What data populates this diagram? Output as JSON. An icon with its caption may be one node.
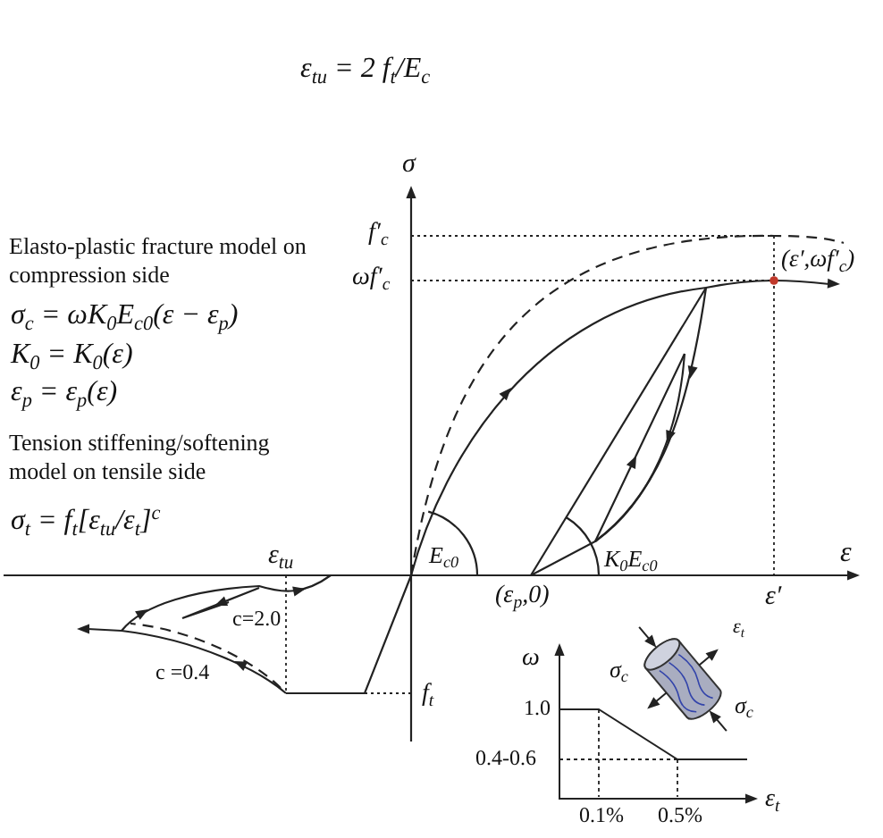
{
  "diagram": {
    "labels": [
      "ε$_{tu}$ = 2 f$_{t}$/E$_{c}$",
      "σ",
      "f′$_{c}$",
      "Elasto-plastic fracture model on compression side",
      "ωf′$_{c}$",
      "(ε′,ωf′$_{c}$)",
      "σ$_{c}$ = ωK$_{0}$E$_{c0}$(ε − ε$_{p}$)",
      "K$_{0}$ = K$_{0}$(ε)",
      "ε$_{p}$ = ε$_{p}$(ε)",
      "Tension stiffening/softening model on tensile side",
      "σ$_{t}$ = f$_{t}$[ε$_{tu}$/ε$_{t}$]$^{c}$",
      "ε$_{tu}$",
      "ε",
      "E$_{c0}$",
      "K$_{0}$E$_{c0}$",
      "(ε$_{p}$,0)",
      "ε′",
      "c=2.0",
      "c =0.4",
      "ε$_{t}$",
      "ω",
      "σ$_{c}$",
      "f$_{t}$",
      "1.0",
      "σ$_{c}$",
      "0.4-0.6",
      "ε$_{t}$",
      "0.1%",
      "0.5%"
    ]
  }
}
